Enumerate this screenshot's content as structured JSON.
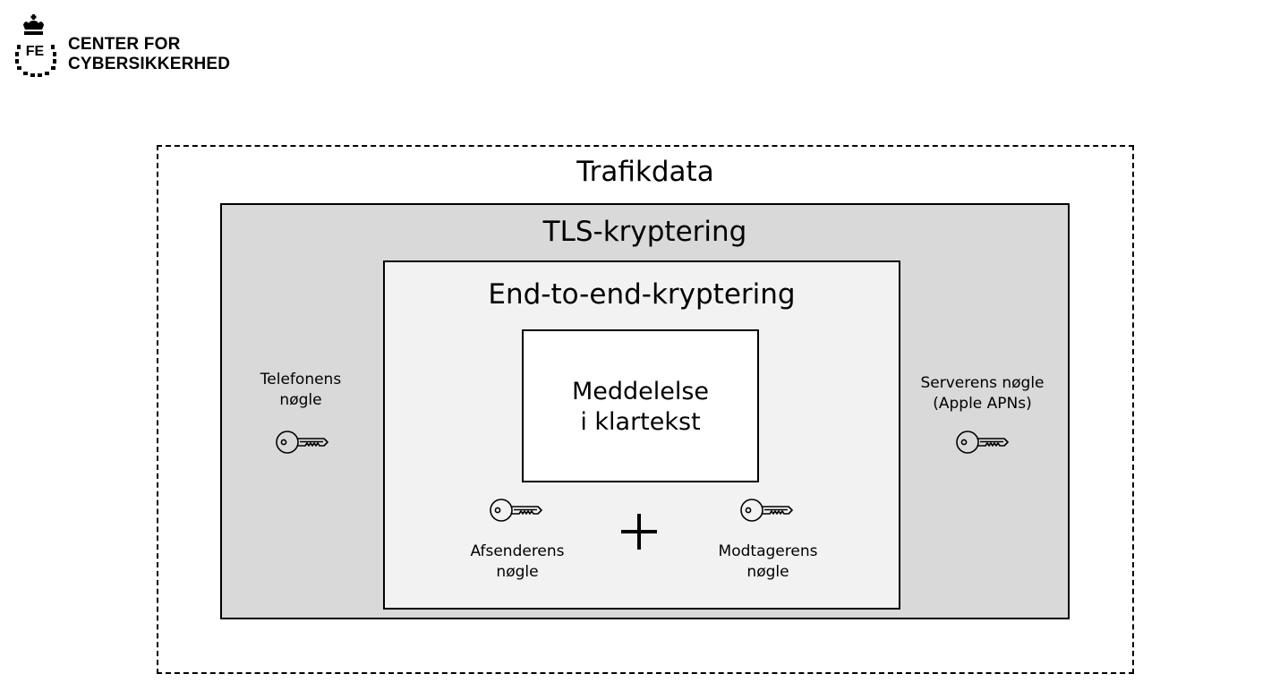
{
  "logo": {
    "mark_text": "FE",
    "line1": "CENTER FOR",
    "line2": "CYBERSIKKERHED"
  },
  "diagram": {
    "outer_title": "Trafikdata",
    "tls_title": "TLS-kryptering",
    "e2e_title": "End-to-end-kryptering",
    "message": {
      "line1": "Meddelelse",
      "line2": "i klartekst"
    },
    "phone_key": {
      "line1": "Telefonens",
      "line2": "nøgle",
      "icon": "key-icon"
    },
    "server_key": {
      "line1": "Serverens nøgle",
      "line2": "(Apple APNs)",
      "icon": "key-icon"
    },
    "sender_key": {
      "line1": "Afsenderens",
      "line2": "nøgle",
      "icon": "key-icon"
    },
    "receiver_key": {
      "line1": "Modtagerens",
      "line2": "nøgle",
      "icon": "key-icon"
    },
    "combine_symbol": "plus-icon"
  },
  "colors": {
    "tls_fill": "#d9d9d9",
    "e2e_fill": "#f2f2f2",
    "message_fill": "#ffffff",
    "stroke": "#000000"
  }
}
